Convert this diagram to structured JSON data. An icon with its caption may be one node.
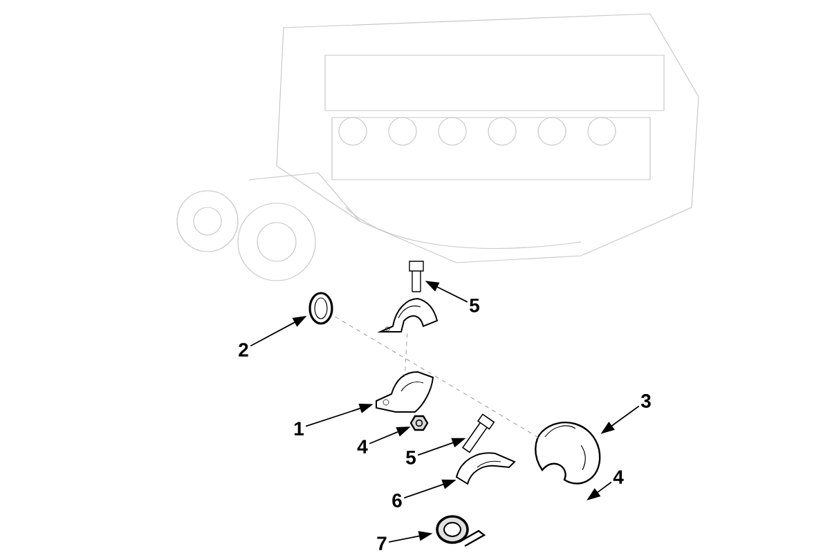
{
  "diagram": {
    "nodes": [
      {
        "text": [
          "5"
        ]
      },
      {
        "text": [
          "2"
        ]
      },
      {
        "text": [
          "3"
        ]
      },
      {
        "text": [
          "1"
        ]
      },
      {
        "text": [
          "4"
        ]
      },
      {
        "text": [
          "5"
        ]
      },
      {
        "text": [
          "6"
        ]
      },
      {
        "text": [
          "4"
        ]
      },
      {
        "text": [
          "7"
        ]
      },
      {
        "text": [],
        "shape": "picture"
      },
      {
        "text": [],
        "shape": "picture"
      },
      {
        "text": [],
        "shape": "picture"
      },
      {
        "text": [],
        "shape": "picture"
      },
      {
        "text": [],
        "shape": "picture"
      },
      {
        "text": [],
        "shape": "picture"
      },
      {
        "text": [],
        "shape": "picture"
      },
      {
        "text": [],
        "shape": "picture"
      },
      {
        "text": [],
        "shape": "picture"
      }
    ],
    "edges": [
      {
        "from": 0,
        "to": 9,
        "arrow": "to"
      },
      {
        "from": 1,
        "to": 10,
        "arrow": "to"
      },
      {
        "from": 2,
        "to": 11,
        "arrow": "to"
      },
      {
        "from": 3,
        "to": 12,
        "arrow": "to"
      },
      {
        "from": 4,
        "to": 13,
        "arrow": "to"
      },
      {
        "from": 5,
        "to": 14,
        "arrow": "to"
      },
      {
        "from": 6,
        "to": 15,
        "arrow": "to"
      },
      {
        "from": 7,
        "to": null,
        "arrow": "to"
      },
      {
        "from": 8,
        "to": 16,
        "arrow": "to"
      },
      {
        "from": 17,
        "to": 12,
        "arrow": "none",
        "style": "dashed",
        "color": "#999999"
      },
      {
        "from": 10,
        "to": 11,
        "arrow": "none",
        "style": "dashed",
        "color": "#999999"
      }
    ]
  }
}
